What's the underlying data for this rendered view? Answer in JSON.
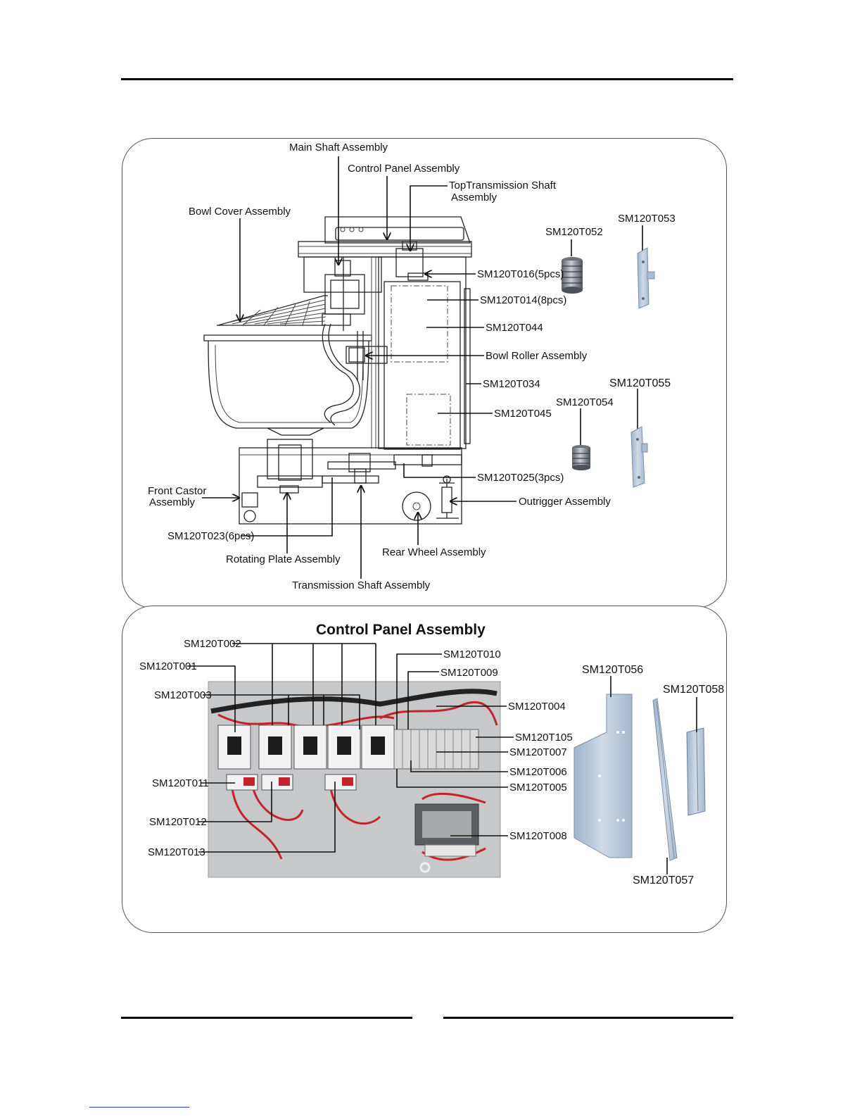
{
  "main_diagram": {
    "labels": {
      "main_shaft": "Main Shaft Assembly",
      "control_panel": "Control Panel Assembly",
      "top_transmission_1": "TopTransmission Shaft",
      "top_transmission_2": "Assembly",
      "bowl_cover": "Bowl Cover Assembly",
      "t052": "SM120T052",
      "t053": "SM120T053",
      "t016": "SM120T016(5pcs)",
      "t014": "SM120T014(8pcs)",
      "t044": "SM120T044",
      "bowl_roller": "Bowl Roller Assembly",
      "t034": "SM120T034",
      "t055": "SM120T055",
      "t054": "SM120T054",
      "t045": "SM120T045",
      "t025": "SM120T025(3pcs)",
      "front_castor_1": "Front Castor",
      "front_castor_2": "Assembly",
      "outrigger": "Outrigger Assembly",
      "t023": "SM120T023(6pcs)",
      "rear_wheel": "Rear Wheel Assembly",
      "rotating_plate": "Rotating Plate Assembly",
      "transmission_shaft": "Transmission Shaft Assembly"
    }
  },
  "control_panel": {
    "title": "Control Panel Assembly",
    "labels": {
      "t002": "SM120T002",
      "t001": "SM120T001",
      "t003": "SM120T003",
      "t010": "SM120T010",
      "t009": "SM120T009",
      "t004": "SM120T004",
      "t105": "SM120T105",
      "t007": "SM120T007",
      "t006": "SM120T006",
      "t005": "SM120T005",
      "t011": "SM120T011",
      "t012": "SM120T012",
      "t013": "SM120T013",
      "t008": "SM120T008",
      "t056": "SM120T056",
      "t058": "SM120T058",
      "t057": "SM120T057"
    }
  }
}
